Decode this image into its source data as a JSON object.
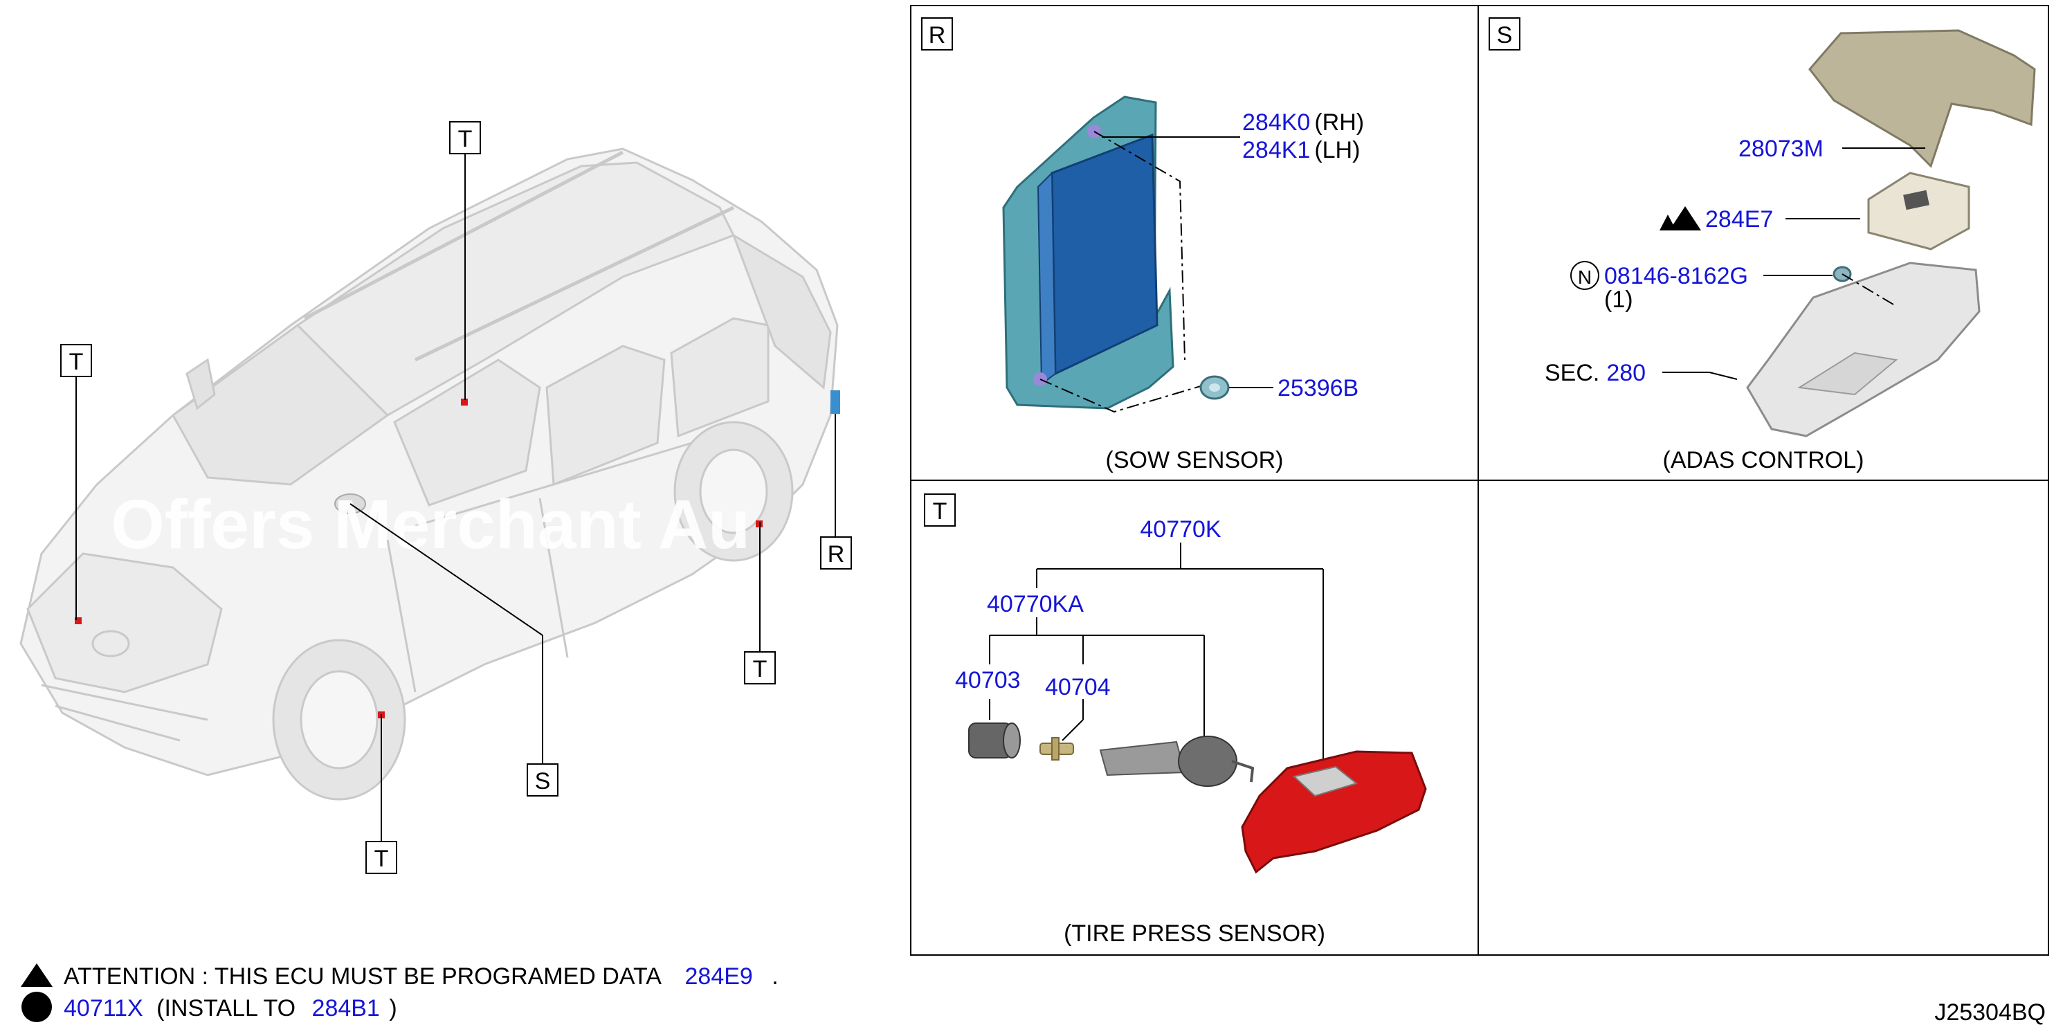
{
  "panels": {
    "R": {
      "letter": "R",
      "caption": "(SOW SENSOR)"
    },
    "S": {
      "letter": "S",
      "caption": "(ADAS CONTROL)"
    },
    "T": {
      "letter": "T",
      "caption": "(TIRE PRESS SENSOR)"
    }
  },
  "callouts": {
    "T": "T",
    "S": "S",
    "R": "R"
  },
  "parts_r": {
    "p1": "284K0",
    "p1_side": "(RH)",
    "p2": "284K1",
    "p2_side": "(LH)",
    "p3": "25396B"
  },
  "parts_s": {
    "cover": "28073M",
    "ecu": "284E7",
    "bolt_symbol": "N",
    "bolt": "08146-8162G",
    "bolt_qty": "(1)",
    "sec_prefix": "SEC.",
    "sec_num": "280"
  },
  "parts_t": {
    "top": "40770K",
    "sub": "40770KA",
    "cap": "40703",
    "core": "40704"
  },
  "notes": {
    "attention_text": "ATTENTION : THIS ECU MUST BE PROGRAMED DATA",
    "attention_part": "284E9",
    "attention_end": ".",
    "circle_part": "40711X",
    "install_text": "(INSTALL TO",
    "install_part": "284B1",
    "install_end": ")"
  },
  "diagram_code": "J25304BQ",
  "watermark": "Offers Merchant Au",
  "colors": {
    "part_link": "#1515d8",
    "sow_sensor": "#1e5fa8",
    "tire_sensor": "#d81818"
  }
}
